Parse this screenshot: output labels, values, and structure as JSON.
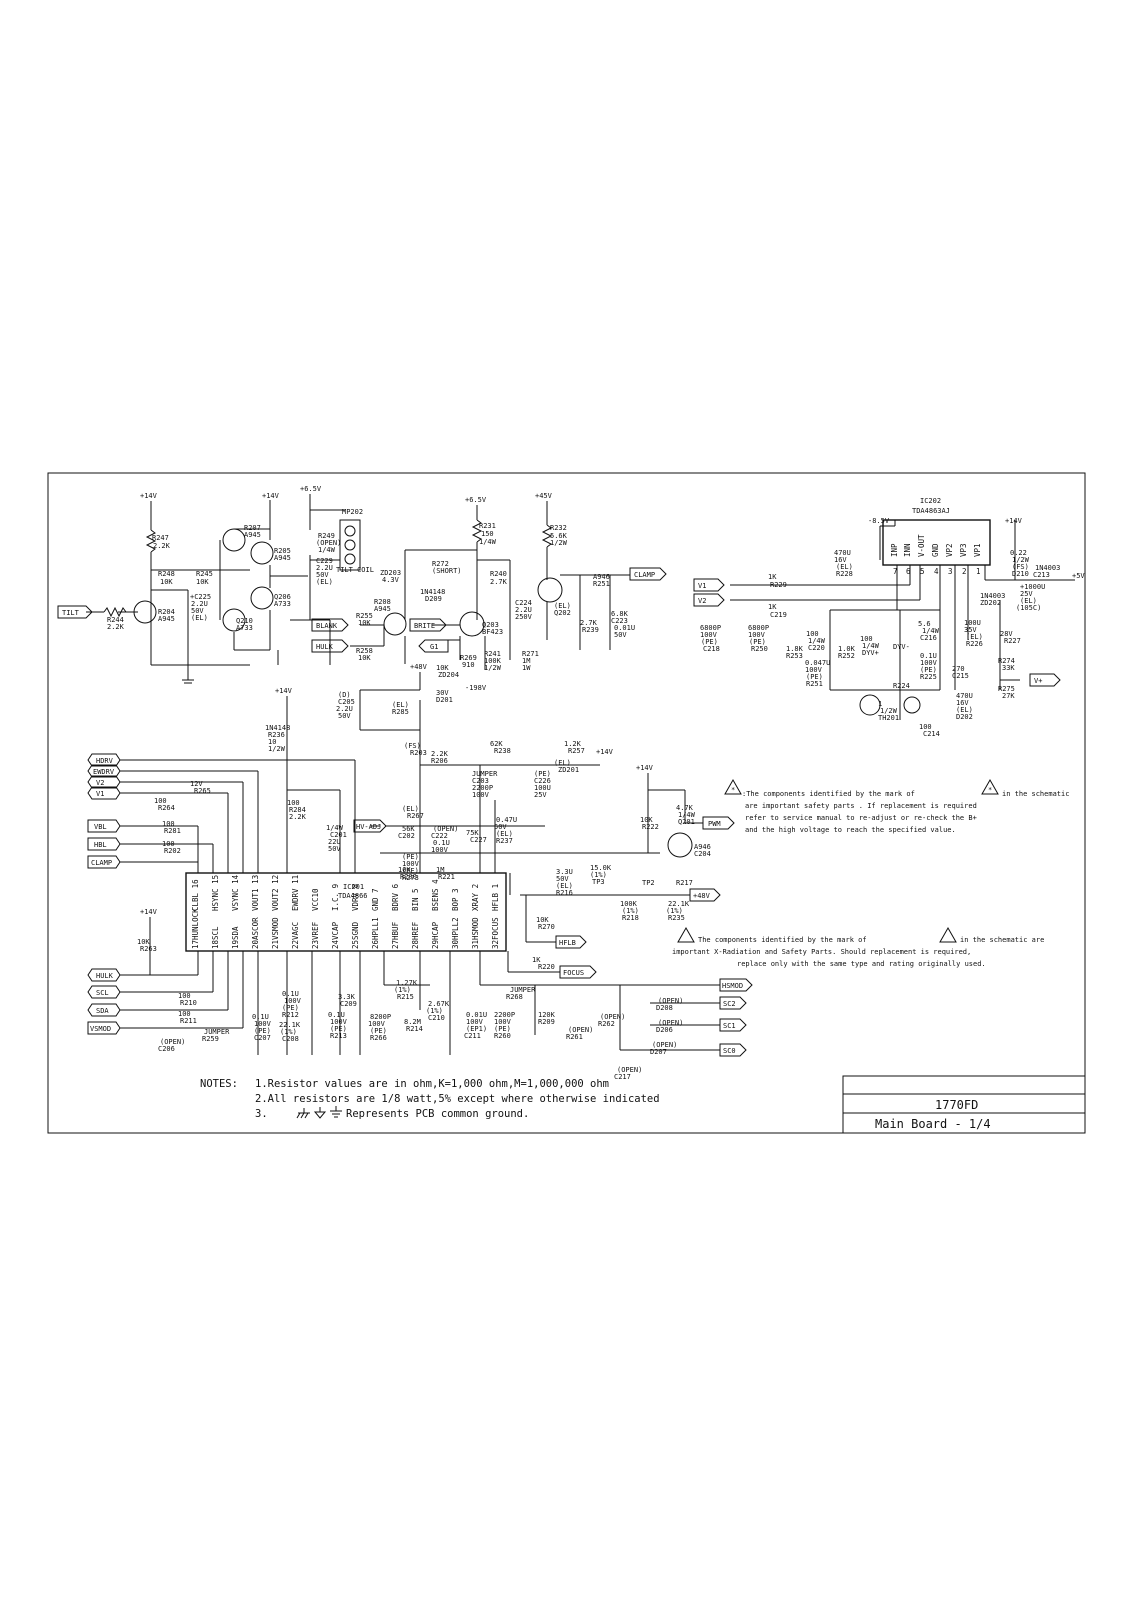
{
  "sheet": {
    "title_model": "1770FD",
    "title_board": "Main  Board - 1/4"
  },
  "ic201": {
    "ref": "IC201",
    "part": "TDA4866",
    "top_pins": [
      "CLBL 16",
      "HSYNC 15",
      "VSYNC 14",
      "VOUT1 13",
      "VOUT2 12",
      "EWDRV 11",
      "VCC10",
      "I.C. 9",
      "VDRV 8",
      "GND 7",
      "BDRV 6",
      "BIN 5",
      "BSENS 4",
      "BOP 3",
      "XRAY 2",
      "HFLB 1"
    ],
    "bottom_pins": [
      "17HUNLOCK",
      "18SCL",
      "19SDA",
      "20ASCOR",
      "21VSMOD",
      "22VAGC",
      "23VREF",
      "24VCAP",
      "25SGND",
      "26HPLL1",
      "27HBUF",
      "28HREF",
      "29HCAP",
      "30HPLL2",
      "31HSMOD",
      "32FOCUS"
    ]
  },
  "ic202": {
    "ref": "IC202",
    "part": "TDA4863AJ",
    "pins": [
      "INP",
      "INN",
      "V-OUT",
      "GND",
      "VP2",
      "VP3",
      "VP1"
    ],
    "pin_numbers": [
      "7",
      "6",
      "5",
      "4",
      "3",
      "2",
      "1"
    ]
  },
  "rails": [
    "+14V",
    "+14V",
    "+6.5V",
    "+6.5V",
    "+45V",
    "-8.5V",
    "+14V",
    "+5V",
    "+14V",
    "+48V",
    "+14V",
    "+14V",
    "+14V",
    "-198V"
  ],
  "ports": {
    "tilt": "TILT",
    "blank": "BLANK",
    "hulk": "HULK",
    "brite": "BRITE",
    "g1": "G1",
    "clamp_top": "CLAMP",
    "v1_right": "V1",
    "v2_right": "V2",
    "vplus": "V+",
    "hdrv": "HDRV",
    "ewdrv": "EWDRV",
    "v2": "V2",
    "v1": "V1",
    "vbl": "VBL",
    "hbl": "HBL",
    "clamp": "CLAMP",
    "hvadj": "HV-ADJ",
    "pwm": "PWM",
    "p48v": "+48V",
    "hflb": "HFLB",
    "focus": "FOCUS",
    "hulk2": "HULK",
    "scl": "SCL",
    "sda": "SDA",
    "vsmod": "VSMOD",
    "hsmod": "HSMOD",
    "sc2": "SC2",
    "sc1": "SC1",
    "sc0": "SC0"
  },
  "labels": [
    {
      "t": "R247"
    },
    {
      "t": "2.2K"
    },
    {
      "t": "R248"
    },
    {
      "t": "10K"
    },
    {
      "t": "R245"
    },
    {
      "t": "10K"
    },
    {
      "t": "R207"
    },
    {
      "t": "A945"
    },
    {
      "t": "R205"
    },
    {
      "t": "A945"
    },
    {
      "t": "Q206"
    },
    {
      "t": "A733"
    },
    {
      "t": "Q210"
    },
    {
      "t": "A733"
    },
    {
      "t": "R204"
    },
    {
      "t": "A945"
    },
    {
      "t": "R244"
    },
    {
      "t": "2.2K"
    },
    {
      "t": "+C225"
    },
    {
      "t": "2.2U"
    },
    {
      "t": "50V"
    },
    {
      "t": "(EL)"
    },
    {
      "t": "R249"
    },
    {
      "t": "(OPEN)"
    },
    {
      "t": "1/4W"
    },
    {
      "t": "C229"
    },
    {
      "t": "2.2U"
    },
    {
      "t": "50V"
    },
    {
      "t": "(EL)"
    },
    {
      "t": "MP202"
    },
    {
      "t": "TILT-COIL"
    },
    {
      "t": "R231"
    },
    {
      "t": "150"
    },
    {
      "t": "1/4W"
    },
    {
      "t": "ZD203"
    },
    {
      "t": "4.3V"
    },
    {
      "t": "R272"
    },
    {
      "t": "(SHORT)"
    },
    {
      "t": "1N4148"
    },
    {
      "t": "D209"
    },
    {
      "t": "R240"
    },
    {
      "t": "2.7K"
    },
    {
      "t": "R208"
    },
    {
      "t": "A945"
    },
    {
      "t": "R255"
    },
    {
      "t": "10K"
    },
    {
      "t": "R258"
    },
    {
      "t": "10K"
    },
    {
      "t": "Q203"
    },
    {
      "t": "BF423"
    },
    {
      "t": "R269"
    },
    {
      "t": "910"
    },
    {
      "t": "R241"
    },
    {
      "t": "100K"
    },
    {
      "t": "1/2W"
    },
    {
      "t": "R271"
    },
    {
      "t": "1M"
    },
    {
      "t": "1W"
    },
    {
      "t": "R232"
    },
    {
      "t": "5.6K"
    },
    {
      "t": "1/2W"
    },
    {
      "t": "C224"
    },
    {
      "t": "2.2U"
    },
    {
      "t": "250V"
    },
    {
      "t": "(EL)"
    },
    {
      "t": "Q202"
    },
    {
      "t": "A946"
    },
    {
      "t": "R251"
    },
    {
      "t": "2.7K"
    },
    {
      "t": "R239"
    },
    {
      "t": "6.8K"
    },
    {
      "t": "C223"
    },
    {
      "t": "0.01U"
    },
    {
      "t": "50V"
    },
    {
      "t": "(D)"
    },
    {
      "t": "C205"
    },
    {
      "t": "2.2U"
    },
    {
      "t": "50V"
    },
    {
      "t": "(EL)"
    },
    {
      "t": "R285"
    },
    {
      "t": "10K"
    },
    {
      "t": "ZD204"
    },
    {
      "t": "30V"
    },
    {
      "t": "D201"
    },
    {
      "t": "1N4148"
    },
    {
      "t": "R236"
    },
    {
      "t": "10"
    },
    {
      "t": "1/2W"
    },
    {
      "t": "(FS)"
    },
    {
      "t": "R203"
    },
    {
      "t": "62K"
    },
    {
      "t": "R238"
    },
    {
      "t": "1.2K"
    },
    {
      "t": "R257"
    },
    {
      "t": "2.2K"
    },
    {
      "t": "R206"
    },
    {
      "t": "JUMPER"
    },
    {
      "t": "C203"
    },
    {
      "t": "2200P"
    },
    {
      "t": "100V"
    },
    {
      "t": "(PE)"
    },
    {
      "t": "C226"
    },
    {
      "t": "100U"
    },
    {
      "t": "25V"
    },
    {
      "t": "(EL)"
    },
    {
      "t": "ZD201"
    },
    {
      "t": "12V"
    },
    {
      "t": "R265"
    },
    {
      "t": "100"
    },
    {
      "t": "R264"
    },
    {
      "t": "100"
    },
    {
      "t": "R281"
    },
    {
      "t": "100"
    },
    {
      "t": "R202"
    },
    {
      "t": "100"
    },
    {
      "t": "R284"
    },
    {
      "t": "2.2K"
    },
    {
      "t": "1/4W"
    },
    {
      "t": "C201"
    },
    {
      "t": "22U"
    },
    {
      "t": "50V"
    },
    {
      "t": "(EL)"
    },
    {
      "t": "R267"
    },
    {
      "t": "56K"
    },
    {
      "t": "C202"
    },
    {
      "t": "(OPEN)"
    },
    {
      "t": "C222"
    },
    {
      "t": "0.1U"
    },
    {
      "t": "100V"
    },
    {
      "t": "(PE)"
    },
    {
      "t": "100V"
    },
    {
      "t": "(PE)"
    },
    {
      "t": "R273"
    },
    {
      "t": "75K"
    },
    {
      "t": "C227"
    },
    {
      "t": "0.47U"
    },
    {
      "t": "50V"
    },
    {
      "t": "(EL)"
    },
    {
      "t": "R237"
    },
    {
      "t": "10K"
    },
    {
      "t": "R200"
    },
    {
      "t": "1M"
    },
    {
      "t": "R221"
    },
    {
      "t": "10K"
    },
    {
      "t": "R222"
    },
    {
      "t": "4.7K"
    },
    {
      "t": "1/4W"
    },
    {
      "t": "Q201"
    },
    {
      "t": "A946"
    },
    {
      "t": "C204"
    },
    {
      "t": "3.3U"
    },
    {
      "t": "50V"
    },
    {
      "t": "(EL)"
    },
    {
      "t": "R216"
    },
    {
      "t": "15.0K"
    },
    {
      "t": "(1%)"
    },
    {
      "t": "TP3"
    },
    {
      "t": "TP2"
    },
    {
      "t": "R217"
    },
    {
      "t": "100K"
    },
    {
      "t": "(1%)"
    },
    {
      "t": "R218"
    },
    {
      "t": "22.1K"
    },
    {
      "t": "(1%)"
    },
    {
      "t": "R235"
    },
    {
      "t": "10K"
    },
    {
      "t": "R270"
    },
    {
      "t": "10K"
    },
    {
      "t": "R263"
    },
    {
      "t": "1K"
    },
    {
      "t": "R220"
    },
    {
      "t": "JUMPER"
    },
    {
      "t": "R268"
    },
    {
      "t": "120K"
    },
    {
      "t": "R209"
    },
    {
      "t": "100"
    },
    {
      "t": "R210"
    },
    {
      "t": "100"
    },
    {
      "t": "R211"
    },
    {
      "t": "JUMPER"
    },
    {
      "t": "R259"
    },
    {
      "t": "(OPEN)"
    },
    {
      "t": "C206"
    },
    {
      "t": "0.1U"
    },
    {
      "t": "100V"
    },
    {
      "t": "(PE)"
    },
    {
      "t": "C207"
    },
    {
      "t": "0.1U"
    },
    {
      "t": "100V"
    },
    {
      "t": "(PE)"
    },
    {
      "t": "R212"
    },
    {
      "t": "22.1K"
    },
    {
      "t": "(1%)"
    },
    {
      "t": "C208"
    },
    {
      "t": "0.1U"
    },
    {
      "t": "100V"
    },
    {
      "t": "(PE)"
    },
    {
      "t": "R213"
    },
    {
      "t": "3.3K"
    },
    {
      "t": "C209"
    },
    {
      "t": "8200P"
    },
    {
      "t": "100V"
    },
    {
      "t": "(PE)"
    },
    {
      "t": "R266"
    },
    {
      "t": "8.2M"
    },
    {
      "t": "R214"
    },
    {
      "t": "1.27K"
    },
    {
      "t": "(1%)"
    },
    {
      "t": "R215"
    },
    {
      "t": "2.67K"
    },
    {
      "t": "(1%)"
    },
    {
      "t": "C210"
    },
    {
      "t": "0.01U"
    },
    {
      "t": "100V"
    },
    {
      "t": "(EP1)"
    },
    {
      "t": "C211"
    },
    {
      "t": "2200P"
    },
    {
      "t": "100V"
    },
    {
      "t": "(PE)"
    },
    {
      "t": "R260"
    },
    {
      "t": "(OPEN)"
    },
    {
      "t": "R261"
    },
    {
      "t": "(OPEN)"
    },
    {
      "t": "R262"
    },
    {
      "t": "(OPEN)"
    },
    {
      "t": "D208"
    },
    {
      "t": "(OPEN)"
    },
    {
      "t": "D206"
    },
    {
      "t": "(OPEN)"
    },
    {
      "t": "D207"
    },
    {
      "t": "(OPEN)"
    },
    {
      "t": "C217"
    },
    {
      "t": "470U"
    },
    {
      "t": "16V"
    },
    {
      "t": "(EL)"
    },
    {
      "t": "R228"
    },
    {
      "t": "1K"
    },
    {
      "t": "R229"
    },
    {
      "t": "1K"
    },
    {
      "t": "C219"
    },
    {
      "t": "6800P"
    },
    {
      "t": "100V"
    },
    {
      "t": "(PE)"
    },
    {
      "t": "C218"
    },
    {
      "t": "6800P"
    },
    {
      "t": "100V"
    },
    {
      "t": "(PE)"
    },
    {
      "t": "R250"
    },
    {
      "t": "1.8K"
    },
    {
      "t": "R253"
    },
    {
      "t": "100"
    },
    {
      "t": "1/4W"
    },
    {
      "t": "C220"
    },
    {
      "t": "0.047U"
    },
    {
      "t": "100V"
    },
    {
      "t": "(PE)"
    },
    {
      "t": "R251"
    },
    {
      "t": "1.0K"
    },
    {
      "t": "R252"
    },
    {
      "t": "100"
    },
    {
      "t": "1/4W"
    },
    {
      "t": "DYV+"
    },
    {
      "t": "DYV-"
    },
    {
      "t": "R224"
    },
    {
      "t": "5.6"
    },
    {
      "t": "1/4W"
    },
    {
      "t": "C216"
    },
    {
      "t": "0.1U"
    },
    {
      "t": "100V"
    },
    {
      "t": "(PE)"
    },
    {
      "t": "R225"
    },
    {
      "t": "1"
    },
    {
      "t": "1/2W"
    },
    {
      "t": "TH201"
    },
    {
      "t": "100"
    },
    {
      "t": "C214"
    },
    {
      "t": "100U"
    },
    {
      "t": "35V"
    },
    {
      "t": "(EL)"
    },
    {
      "t": "R226"
    },
    {
      "t": "270"
    },
    {
      "t": "C215"
    },
    {
      "t": "470U"
    },
    {
      "t": "16V"
    },
    {
      "t": "(EL)"
    },
    {
      "t": "D202"
    },
    {
      "t": "1N4003"
    },
    {
      "t": "ZD202"
    },
    {
      "t": "28V"
    },
    {
      "t": "R227"
    },
    {
      "t": "0.22"
    },
    {
      "t": "1/2W"
    },
    {
      "t": "(FS)"
    },
    {
      "t": "D210"
    },
    {
      "t": "1N4003"
    },
    {
      "t": "C213"
    },
    {
      "t": "+1000U"
    },
    {
      "t": "25V"
    },
    {
      "t": "(EL)"
    },
    {
      "t": "(105C)"
    },
    {
      "t": "R274"
    },
    {
      "t": "33K"
    },
    {
      "t": "R275"
    },
    {
      "t": "27K"
    }
  ],
  "notices": {
    "safety_mark": "*",
    "safety_text": [
      ":The components identified by the mark of",
      "in the schematic",
      "are important safety parts . If replacement is required",
      "refer to service manual to re-adjust or re-check the B+",
      "and the high voltage to reach the specified value."
    ],
    "xray_text": [
      "The components identified by the mark of",
      "in the schematic are",
      "important X-Radiation and Safety Parts. Should replacement is required,",
      "replace only with the same type and rating originally used."
    ]
  },
  "notes": {
    "heading": "NOTES:",
    "line1": "1.Resistor values are in ohm,K=1,000 ohm,M=1,000,000 ohm",
    "line2": "2.All resistors are 1/8 watt,5% except where otherwise indicated",
    "line3_num": "3.",
    "line3_text": "Represents PCB common ground."
  }
}
